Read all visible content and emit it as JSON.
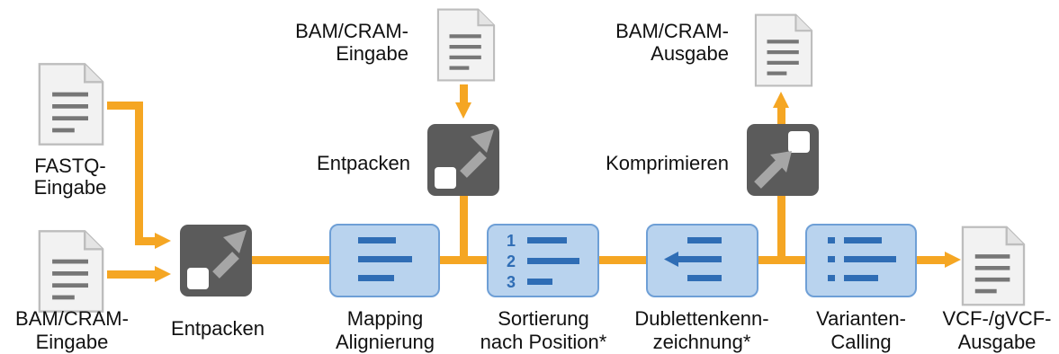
{
  "colors": {
    "arrow": "#F5A623",
    "doc_fill": "#F2F2F2",
    "doc_line": "#777777",
    "box_dark": "#5B5B5B",
    "box_blue_fill": "#B9D3EE",
    "box_blue_stroke": "#6E9FD6",
    "box_blue_bars": "#2F6DB5"
  },
  "labels": {
    "fastq_input": [
      "FASTQ-",
      "Eingabe"
    ],
    "bam_input_left": [
      "BAM/CRAM-",
      "Eingabe"
    ],
    "unpack_left": "Entpacken",
    "bam_input_top": [
      "BAM/CRAM-",
      "Eingabe"
    ],
    "unpack_top": "Entpacken",
    "bam_output_top": [
      "BAM/CRAM-",
      "Ausgabe"
    ],
    "compress_top": "Komprimieren",
    "mapping": [
      "Mapping",
      "Alignierung"
    ],
    "sorting": [
      "Sortierung",
      "nach Position*"
    ],
    "duplicates": [
      "Dublettenkenn-",
      "zeichnung*"
    ],
    "variant_calling": [
      "Varianten-",
      "Calling"
    ],
    "vcf_output": [
      "VCF-/gVCF-",
      "Ausgabe"
    ]
  },
  "sort_numbers": [
    "1",
    "2",
    "3"
  ]
}
